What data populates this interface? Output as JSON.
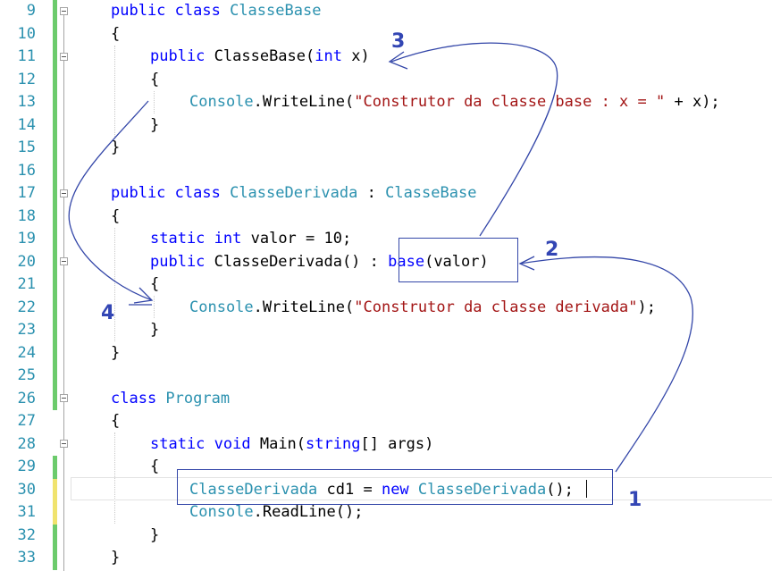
{
  "editor": {
    "lines": [
      {
        "number": "9",
        "bar": "green",
        "tokens": [
          {
            "t": "public ",
            "c": "kw"
          },
          {
            "t": "class ",
            "c": "kw"
          },
          {
            "t": "ClasseBase",
            "c": "type"
          }
        ]
      },
      {
        "number": "10",
        "bar": "green",
        "tokens": [
          {
            "t": "{",
            "c": "plain"
          }
        ]
      },
      {
        "number": "11",
        "bar": "green",
        "tokens": [
          {
            "t": "public ",
            "c": "kw"
          },
          {
            "t": "ClasseBase(",
            "c": "plain"
          },
          {
            "t": "int",
            "c": "kw"
          },
          {
            "t": " x)",
            "c": "plain"
          }
        ]
      },
      {
        "number": "12",
        "bar": "green",
        "tokens": [
          {
            "t": "{",
            "c": "plain"
          }
        ]
      },
      {
        "number": "13",
        "bar": "green",
        "tokens": [
          {
            "t": "Console",
            "c": "type"
          },
          {
            "t": ".WriteLine(",
            "c": "plain"
          },
          {
            "t": "\"Construtor da classe base : x = \"",
            "c": "str"
          },
          {
            "t": " + x);",
            "c": "plain"
          }
        ]
      },
      {
        "number": "14",
        "bar": "green",
        "tokens": [
          {
            "t": "}",
            "c": "plain"
          }
        ]
      },
      {
        "number": "15",
        "bar": "green",
        "tokens": [
          {
            "t": "}",
            "c": "plain"
          }
        ]
      },
      {
        "number": "16",
        "bar": "green",
        "tokens": []
      },
      {
        "number": "17",
        "bar": "green",
        "tokens": [
          {
            "t": "public ",
            "c": "kw"
          },
          {
            "t": "class ",
            "c": "kw"
          },
          {
            "t": "ClasseDerivada",
            "c": "type"
          },
          {
            "t": " : ",
            "c": "plain"
          },
          {
            "t": "ClasseBase",
            "c": "type"
          }
        ]
      },
      {
        "number": "18",
        "bar": "green",
        "tokens": [
          {
            "t": "{",
            "c": "plain"
          }
        ]
      },
      {
        "number": "19",
        "bar": "green",
        "tokens": [
          {
            "t": "static ",
            "c": "kw"
          },
          {
            "t": "int",
            "c": "kw"
          },
          {
            "t": " valor = 10;",
            "c": "plain"
          }
        ]
      },
      {
        "number": "20",
        "bar": "green",
        "tokens": [
          {
            "t": "public ",
            "c": "kw"
          },
          {
            "t": "ClasseDerivada() : ",
            "c": "plain"
          },
          {
            "t": "base",
            "c": "kw"
          },
          {
            "t": "(valor)",
            "c": "plain"
          }
        ]
      },
      {
        "number": "21",
        "bar": "green",
        "tokens": [
          {
            "t": "{",
            "c": "plain"
          }
        ]
      },
      {
        "number": "22",
        "bar": "green",
        "tokens": [
          {
            "t": "Console",
            "c": "type"
          },
          {
            "t": ".WriteLine(",
            "c": "plain"
          },
          {
            "t": "\"Construtor da classe derivada\"",
            "c": "str"
          },
          {
            "t": ");",
            "c": "plain"
          }
        ]
      },
      {
        "number": "23",
        "bar": "green",
        "tokens": [
          {
            "t": "}",
            "c": "plain"
          }
        ]
      },
      {
        "number": "24",
        "bar": "green",
        "tokens": [
          {
            "t": "}",
            "c": "plain"
          }
        ]
      },
      {
        "number": "25",
        "bar": "green",
        "tokens": []
      },
      {
        "number": "26",
        "bar": "green",
        "tokens": [
          {
            "t": "class ",
            "c": "kw"
          },
          {
            "t": "Program",
            "c": "type"
          }
        ]
      },
      {
        "number": "27",
        "bar": "none",
        "tokens": [
          {
            "t": "{",
            "c": "plain"
          }
        ]
      },
      {
        "number": "28",
        "bar": "none",
        "tokens": [
          {
            "t": "static ",
            "c": "kw"
          },
          {
            "t": "void ",
            "c": "kw"
          },
          {
            "t": "Main(",
            "c": "plain"
          },
          {
            "t": "string",
            "c": "kw"
          },
          {
            "t": "[] args)",
            "c": "plain"
          }
        ]
      },
      {
        "number": "29",
        "bar": "green",
        "tokens": [
          {
            "t": "{",
            "c": "plain"
          }
        ]
      },
      {
        "number": "30",
        "bar": "yellow",
        "tokens": [
          {
            "t": "ClasseDerivada",
            "c": "type"
          },
          {
            "t": " cd1 = ",
            "c": "plain"
          },
          {
            "t": "new ",
            "c": "kw"
          },
          {
            "t": "ClasseDerivada",
            "c": "type"
          },
          {
            "t": "();",
            "c": "plain"
          }
        ]
      },
      {
        "number": "31",
        "bar": "yellow",
        "tokens": [
          {
            "t": "Console",
            "c": "type"
          },
          {
            "t": ".ReadLine();",
            "c": "plain"
          }
        ]
      },
      {
        "number": "32",
        "bar": "green",
        "tokens": [
          {
            "t": "}",
            "c": "plain"
          }
        ]
      },
      {
        "number": "33",
        "bar": "green",
        "tokens": [
          {
            "t": "}",
            "c": "plain"
          }
        ]
      }
    ]
  },
  "annotations": {
    "step1": "1",
    "step2": "2",
    "step3": "3",
    "step4": "4"
  },
  "colors": {
    "keyword": "#0000ff",
    "type": "#2b91af",
    "string": "#a31515",
    "line_number": "#2b91af",
    "bar_saved": "#6ccb6c",
    "bar_changed": "#f0e36e",
    "annotation": "#3346b4"
  }
}
